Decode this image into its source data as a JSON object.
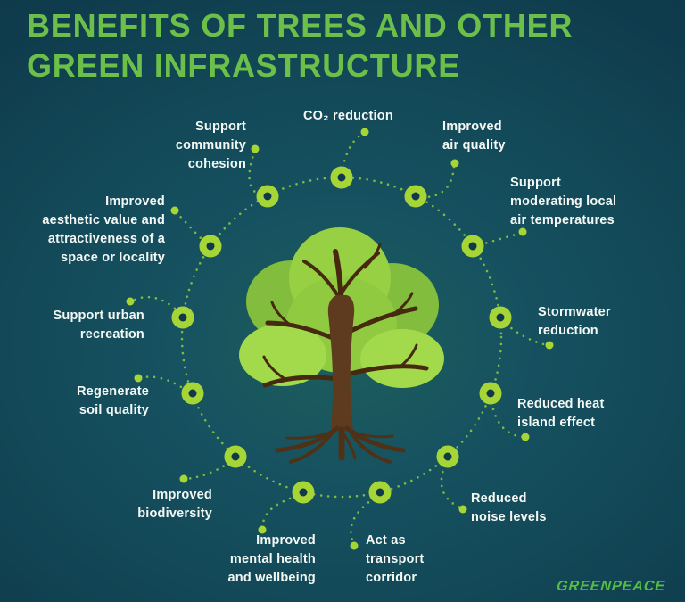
{
  "title": {
    "text": "BENEFITS OF TREES AND OTHER\nGREEN INFRASTRUCTURE"
  },
  "benefits": [
    {
      "id": "co2-reduction",
      "label": "CO₂ reduction"
    },
    {
      "id": "improved-air-quality",
      "label": "Improved\nair quality"
    },
    {
      "id": "moderating-air-temperatures",
      "label": "Support\nmoderating local\nair temperatures"
    },
    {
      "id": "stormwater-reduction",
      "label": "Stormwater\nreduction"
    },
    {
      "id": "reduced-heat-island",
      "label": "Reduced heat\nisland effect"
    },
    {
      "id": "reduced-noise-levels",
      "label": "Reduced\nnoise levels"
    },
    {
      "id": "transport-corridor",
      "label": "Act as\ntransport\ncorridor"
    },
    {
      "id": "mental-health-wellbeing",
      "label": "Improved\nmental health\nand wellbeing"
    },
    {
      "id": "improved-biodiversity",
      "label": "Improved\nbiodiversity"
    },
    {
      "id": "regenerate-soil-quality",
      "label": "Regenerate\nsoil quality"
    },
    {
      "id": "urban-recreation",
      "label": "Support urban\nrecreation"
    },
    {
      "id": "aesthetic-value",
      "label": "Improved\naesthetic value and\nattractiveness of a\nspace or locality"
    },
    {
      "id": "community-cohesion",
      "label": "Support\ncommunity\ncohesion"
    }
  ],
  "center_icon": "tree-illustration",
  "brand": {
    "logo_text": "GREENPEACE"
  },
  "colors": {
    "background_center": "#1d5f5c",
    "background_edge": "#0d3547",
    "title_green": "#6cc04a",
    "node_green": "#a6d636",
    "dotted_line_green": "#8cc43d",
    "label_text": "#f4f8f5",
    "canopy_light": "#a3da4c",
    "canopy_mid": "#97d143",
    "canopy_dark": "#82bd3e",
    "trunk_brown": "#5e3b1e",
    "branch_brown": "#46290f",
    "brand_green": "#55bd44"
  }
}
